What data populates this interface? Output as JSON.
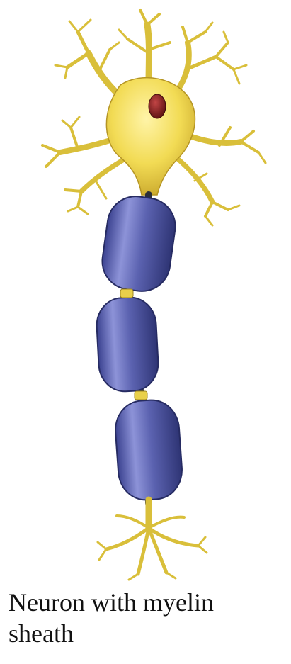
{
  "caption": {
    "line1": "Neuron with myelin",
    "line2": "sheath"
  },
  "colors": {
    "background": "#ffffff",
    "cell_body": "#f2db54",
    "cell_body_highlight": "#fff4a8",
    "cell_body_shadow": "#c7a52a",
    "myelin": "#5b62b0",
    "myelin_highlight": "#b9bfee",
    "myelin_shadow": "#2e3474",
    "nucleus": "#7a1b1b",
    "axon_gap": "#2b2f3a"
  },
  "parts": [
    "dendrites",
    "cell-body",
    "nucleus",
    "axon",
    "myelin-sheath",
    "node-of-ranvier",
    "axon-terminals"
  ]
}
